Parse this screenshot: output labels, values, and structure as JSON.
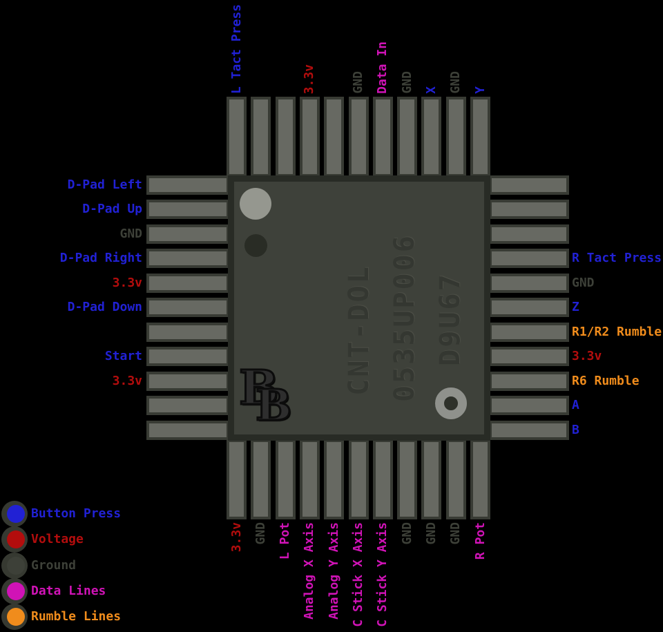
{
  "title": "GameCube controller CNT-DOL chip pinout",
  "colors": {
    "background": "#000000",
    "pin_fill": "#676962",
    "pin_border": "#383b34",
    "chip_frame": "#282b25",
    "chip_body": "#3e413a",
    "button_press": "#2121d4",
    "voltage": "#b30d0d",
    "ground": "#3d4038",
    "data_lines": "#d013b6",
    "rumble_lines": "#f08c1c"
  },
  "chip": {
    "markings": [
      "CNT-DOL",
      "0535UP006",
      "D9U67"
    ],
    "logo_letter_1": "B",
    "logo_letter_2": "B"
  },
  "pins": {
    "top": [
      {
        "label": "L Tact Press",
        "type": "button"
      },
      {
        "label": "",
        "type": null
      },
      {
        "label": "",
        "type": null
      },
      {
        "label": "3.3v",
        "type": "voltage"
      },
      {
        "label": "",
        "type": null
      },
      {
        "label": "GND",
        "type": "ground"
      },
      {
        "label": "Data In",
        "type": "data"
      },
      {
        "label": "GND",
        "type": "ground"
      },
      {
        "label": "X",
        "type": "button"
      },
      {
        "label": "GND",
        "type": "ground"
      },
      {
        "label": "Y",
        "type": "button"
      }
    ],
    "left": [
      {
        "label": "D-Pad Left",
        "type": "button"
      },
      {
        "label": "D-Pad Up",
        "type": "button"
      },
      {
        "label": "GND",
        "type": "ground"
      },
      {
        "label": "D-Pad Right",
        "type": "button"
      },
      {
        "label": "3.3v",
        "type": "voltage"
      },
      {
        "label": "D-Pad Down",
        "type": "button"
      },
      {
        "label": "",
        "type": null
      },
      {
        "label": "Start",
        "type": "button"
      },
      {
        "label": "3.3v",
        "type": "voltage"
      },
      {
        "label": "",
        "type": null
      },
      {
        "label": "",
        "type": null
      }
    ],
    "right": [
      {
        "label": "",
        "type": null
      },
      {
        "label": "",
        "type": null
      },
      {
        "label": "",
        "type": null
      },
      {
        "label": "R Tact Press",
        "type": "button"
      },
      {
        "label": "GND",
        "type": "ground"
      },
      {
        "label": "Z",
        "type": "button"
      },
      {
        "label": "R1/R2 Rumble",
        "type": "rumble"
      },
      {
        "label": "3.3v",
        "type": "voltage"
      },
      {
        "label": "R6 Rumble",
        "type": "rumble"
      },
      {
        "label": "A",
        "type": "button"
      },
      {
        "label": "B",
        "type": "button"
      }
    ],
    "bottom": [
      {
        "label": "3.3v",
        "type": "voltage"
      },
      {
        "label": "GND",
        "type": "ground"
      },
      {
        "label": "L Pot",
        "type": "data"
      },
      {
        "label": "Analog X Axis",
        "type": "data"
      },
      {
        "label": "Analog Y Axis",
        "type": "data"
      },
      {
        "label": "C Stick X Axis",
        "type": "data"
      },
      {
        "label": "C Stick Y Axis",
        "type": "data"
      },
      {
        "label": "GND",
        "type": "ground"
      },
      {
        "label": "GND",
        "type": "ground"
      },
      {
        "label": "GND",
        "type": "ground"
      },
      {
        "label": "R Pot",
        "type": "data"
      }
    ]
  },
  "legend": {
    "items": [
      {
        "label": "Button Press",
        "type": "button"
      },
      {
        "label": "Voltage",
        "type": "voltage"
      },
      {
        "label": "Ground",
        "type": "ground"
      },
      {
        "label": "Data Lines",
        "type": "data"
      },
      {
        "label": "Rumble Lines",
        "type": "rumble"
      }
    ]
  }
}
